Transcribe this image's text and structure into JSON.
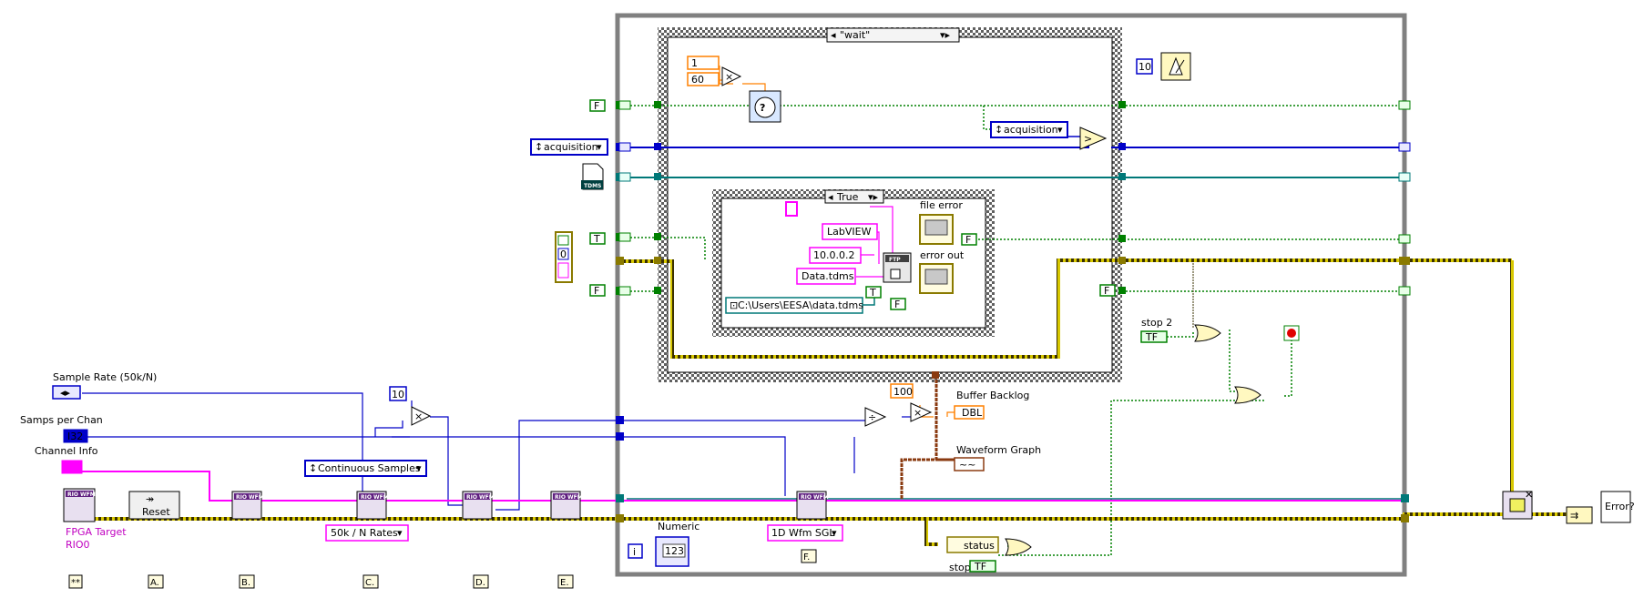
{
  "labels": {
    "sample_rate": "Sample Rate (50k/N)",
    "samps_per_chan": "Samps per Chan",
    "channel_info": "Channel Info",
    "buffer_backlog": "Buffer Backlog",
    "waveform_graph": "Waveform Graph",
    "file_error": "file error",
    "error_out": "error out",
    "stop2": "stop 2",
    "stop": "stop",
    "numeric": "Numeric",
    "fpga_target": "FPGA Target",
    "rio0": "RIO0"
  },
  "case_structures": {
    "outer_selector": "\"wait\"",
    "inner_selector": "True"
  },
  "enums": {
    "acquisition_left": "acquisition",
    "acquisition_right": "acquisition",
    "continuous_samples": "Continuous Samples",
    "rates": "50k / N Rates",
    "wfm_type": "1D Wfm SGL"
  },
  "constants": {
    "one": "1",
    "sixty": "60",
    "ten_wait": "10",
    "ten_mult": "10",
    "hundred": "100",
    "zero": "0",
    "labview": "LabVIEW",
    "ip": "10.0.0.2",
    "file": "Data.tdms",
    "path": "C:\\Users\\EESA\\data.tdms",
    "status": "status",
    "bool_true": "T",
    "bool_false": "F",
    "iter": "i"
  },
  "nodes": {
    "reset": "Reset",
    "rio_wfm": "RIO WFM",
    "ftp": "FTP",
    "tdms": "TDMS"
  },
  "indicator_tags": {
    "dbl": "DBL",
    "i32": "I32",
    "num123": "123",
    "tf": "TF"
  },
  "steps": [
    "**",
    "A.",
    "B.",
    "C.",
    "D.",
    "E.",
    "F."
  ],
  "colors": {
    "error_wire": "#8a7a00",
    "enum_blue": "#0000c8",
    "bool_green": "#008000",
    "pink": "#ff00ff",
    "orange": "#ff8000",
    "teal": "#007878",
    "structure": "#808080"
  }
}
